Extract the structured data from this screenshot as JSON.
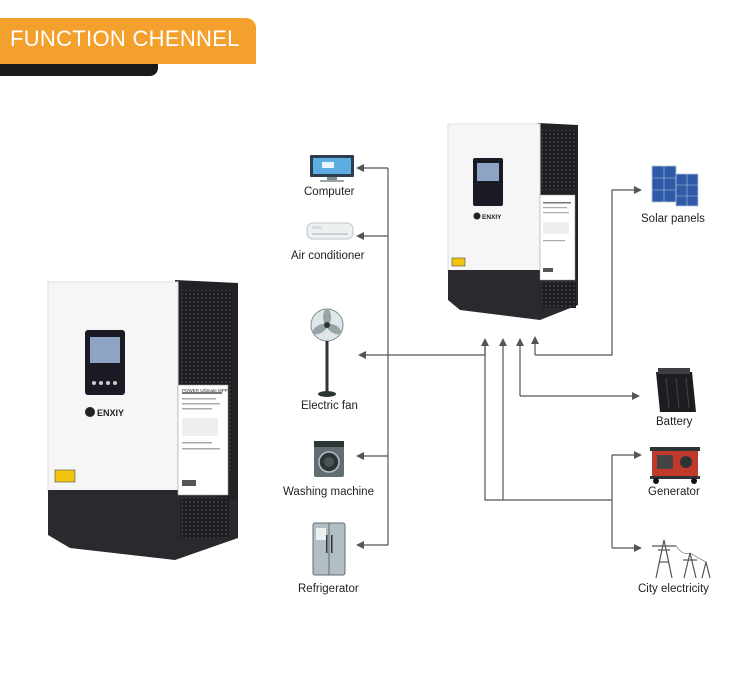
{
  "banner": {
    "title": "FUNCTION CHENNEL",
    "accent_color": "#f4a02c"
  },
  "inverter": {
    "brand": "ENXIY",
    "product_label": "POWER Ultimate MPPT"
  },
  "loads": [
    {
      "label": "Computer",
      "icon": "computer-icon"
    },
    {
      "label": "Air conditioner",
      "icon": "air-conditioner-icon"
    },
    {
      "label": "Electric fan",
      "icon": "electric-fan-icon"
    },
    {
      "label": "Washing machine",
      "icon": "washing-machine-icon"
    },
    {
      "label": "Refrigerator",
      "icon": "refrigerator-icon"
    }
  ],
  "sources": [
    {
      "label": "Solar panels",
      "icon": "solar-panel-icon"
    },
    {
      "label": "Battery",
      "icon": "battery-icon"
    },
    {
      "label": "Generator",
      "icon": "generator-icon"
    },
    {
      "label": "City electricity",
      "icon": "power-tower-icon"
    }
  ],
  "colors": {
    "line": "#555555",
    "inverter_body": "#f4f4f4",
    "inverter_dark": "#1e1e22"
  }
}
